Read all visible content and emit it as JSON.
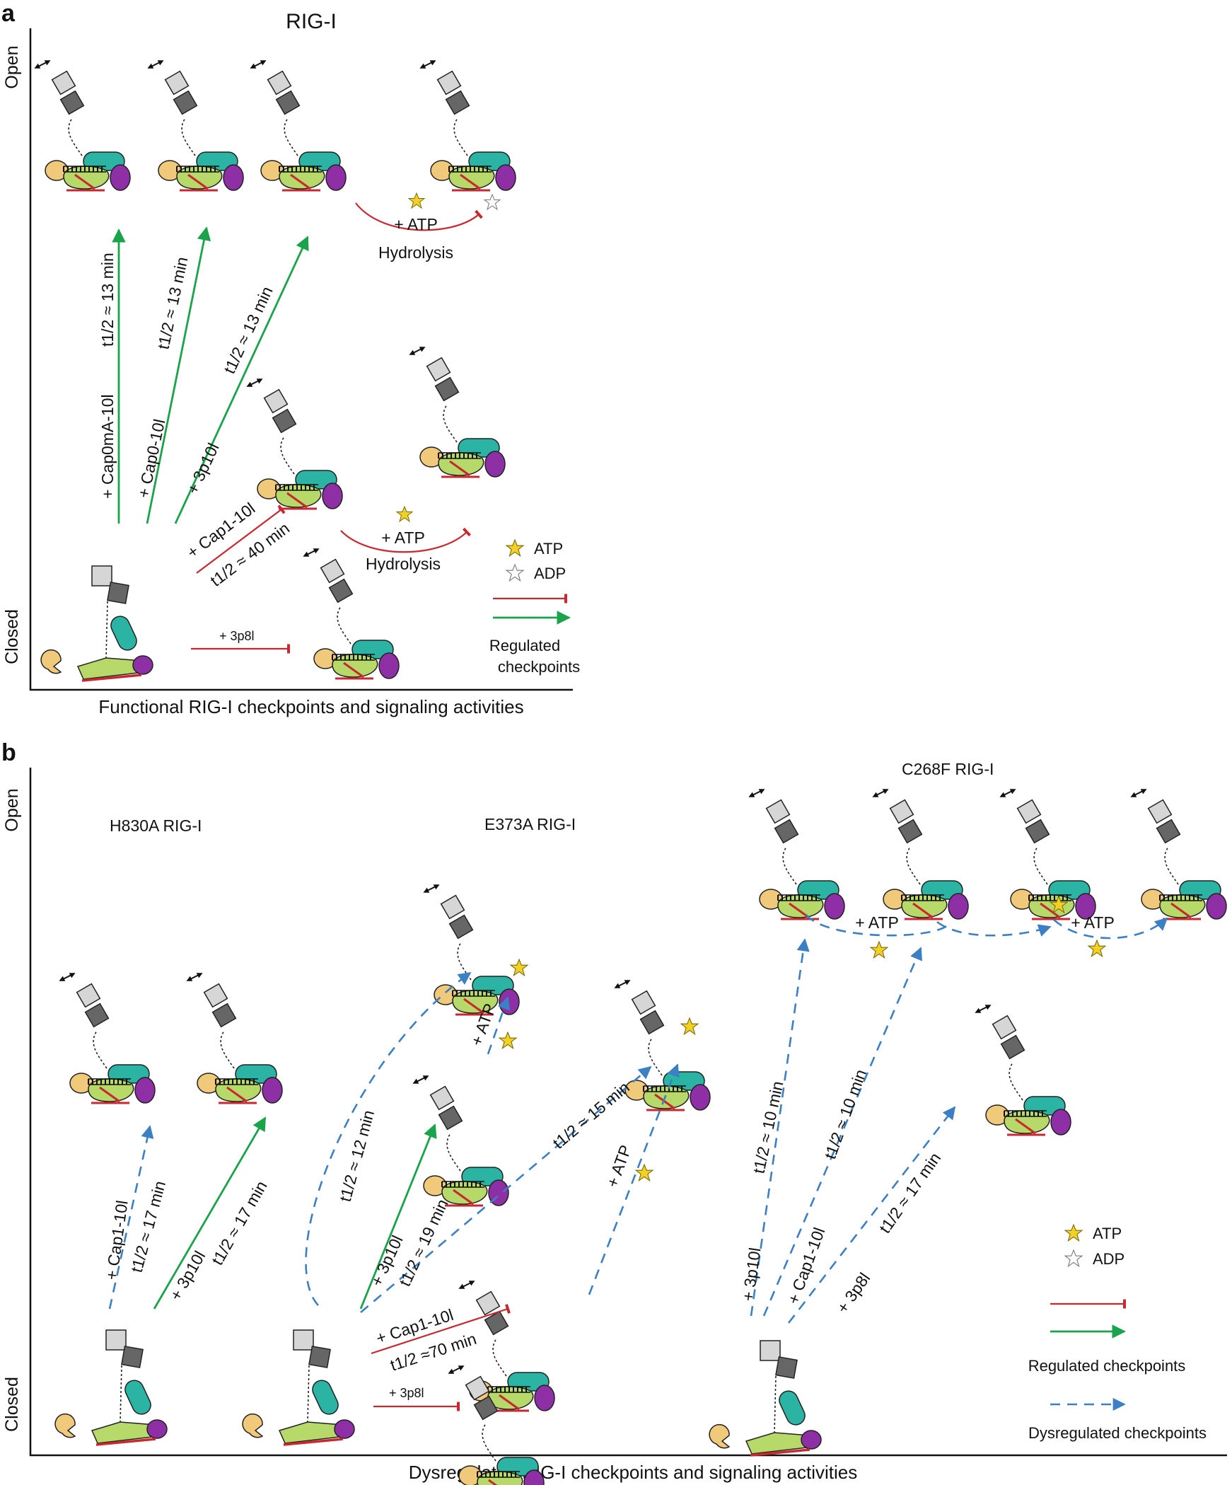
{
  "panel_a": {
    "letter": "a",
    "title": "RIG-I",
    "y_open": "Open",
    "y_closed": "Closed",
    "caption": "Functional RIG-I checkpoints and signaling activities",
    "arrows": {
      "cap0ma": "+ Cap0mA-10l",
      "cap0": "+ Cap0-10l",
      "p3p10": "+ 3p10l",
      "cap1": "+ Cap1-10l",
      "p3p8": "+ 3p8l",
      "t13": "t1/2 ≈ 13 min",
      "t40": "t1/2 ≈ 40 min"
    },
    "atp_hydrolysis": {
      "atp": "+ ATP",
      "hydrolysis": "Hydrolysis"
    },
    "legend": {
      "atp": "ATP",
      "adp": "ADP",
      "regulated_1": "Regulated",
      "regulated_2": "checkpoints"
    }
  },
  "panel_b": {
    "letter": "b",
    "y_open": "Open",
    "y_closed": "Closed",
    "caption": "Dysregulated RIG-I checkpoints and signaling activities",
    "mutants": {
      "h830a": "H830A RIG-I",
      "e373a": "E373A RIG-I",
      "c268f": "C268F RIG-I"
    },
    "arrows": {
      "cap1": "+ Cap1-10l",
      "p3p10": "+ 3p10l",
      "p3p8": "+ 3p8l",
      "atp": "+ ATP",
      "t17": "t1/2 ≈ 17 min",
      "t12": "t1/2 ≈ 12 min",
      "t19": "t1/2 ≈ 19 min",
      "t15": "t1/2 ≈ 15 min",
      "t70": "t1/2 ≈70 min",
      "t10": "t1/2 ≈ 10 min"
    },
    "legend": {
      "atp": "ATP",
      "adp": "ADP",
      "regulated": "Regulated checkpoints",
      "dysregulated": "Dysregulated checkpoints"
    }
  },
  "colors": {
    "regulated": "#1aa34a",
    "blocked": "#c8282e",
    "dysregulated": "#3b7fc4",
    "atp_star": "#f2d024",
    "card_light": "#d6d6d6",
    "card_dark": "#666666",
    "helicase": "#2bb3a3",
    "ctd": "#8e2fa6",
    "hel1": "#b6d96a",
    "cap_pocket": "#f0c97a"
  },
  "icons": [
    "atp-star-icon",
    "adp-star-icon",
    "rig-i-open-icon",
    "rig-i-closed-icon",
    "card-rotation-icon"
  ]
}
